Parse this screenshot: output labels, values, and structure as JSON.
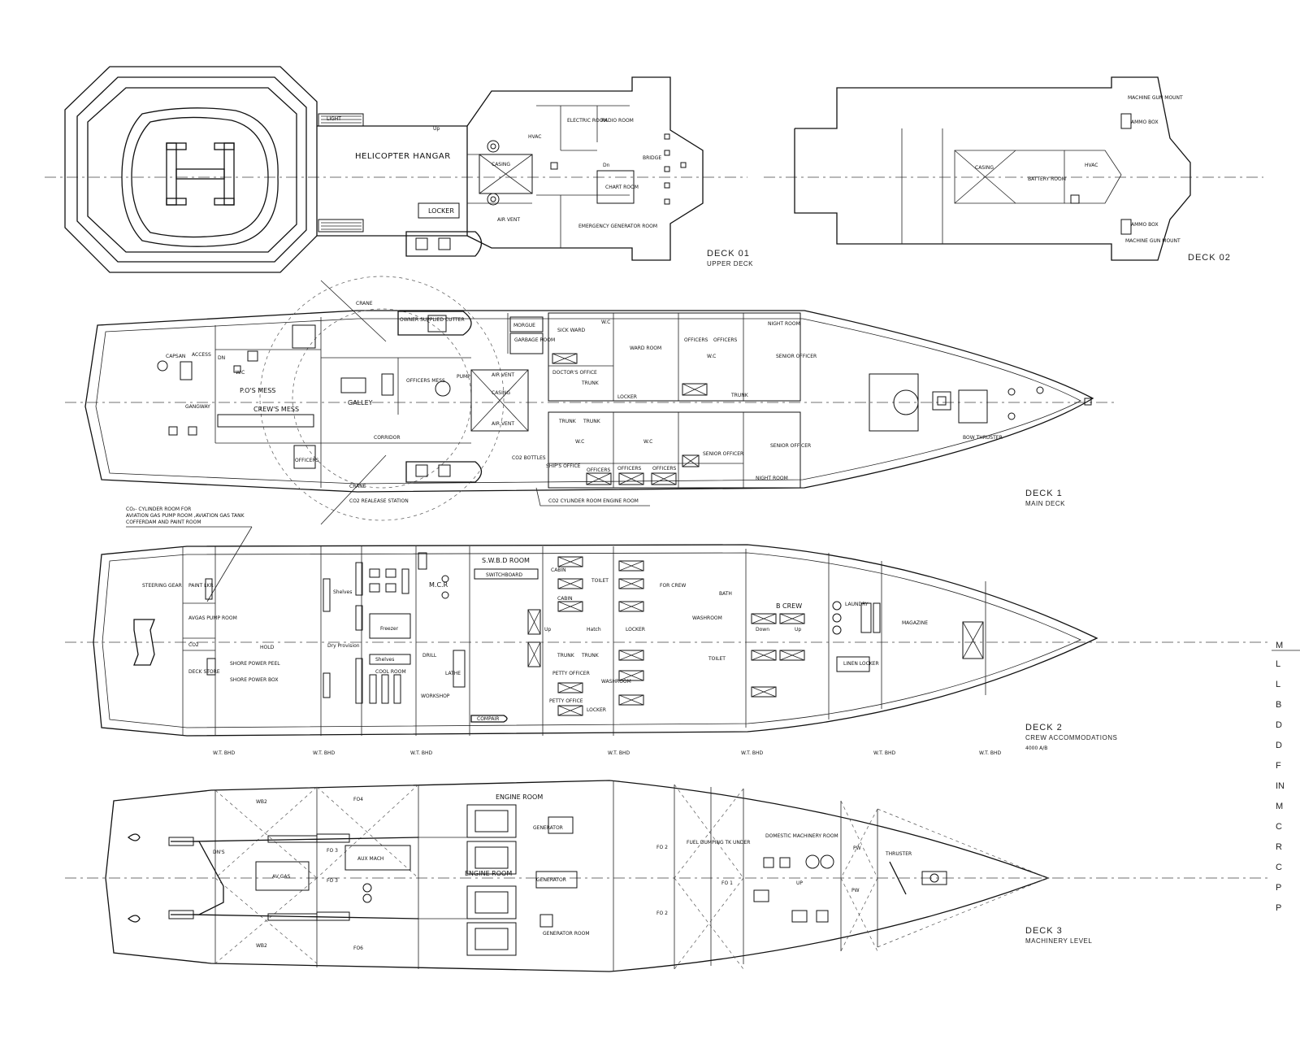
{
  "titles": {
    "deck01": "DECK      01",
    "deck01_sub": "UPPER DECK",
    "deck02": "DECK      02",
    "deck1": "DECK      1",
    "deck1_sub": "MAIN DECK",
    "deck2": "DECK      2",
    "deck2_sub": "CREW ACCOMMODATIONS",
    "deck2_note": "4000 A/B",
    "deck3": "DECK      3",
    "deck3_sub": "MACHINERY LEVEL"
  },
  "deck01_labels": {
    "hangar": "HELICOPTER HANGAR",
    "locker": "LOCKER",
    "light": "LIGHT",
    "up": "Up",
    "casing": "CASING",
    "hvac": "HVAC",
    "electric": "ELECTRIC ROOM",
    "radio": "RADIO ROOM",
    "bridge": "BRIDGE",
    "chart": "CHART ROOM",
    "emergency": "EMERGENCY GENERATOR ROOM",
    "air_vent": "AIR VENT",
    "dn": "Dn"
  },
  "deck02_labels": {
    "casing": "CASING",
    "battery": "BATTERY ROOM",
    "hvac": "HVAC",
    "mg_top": "MACHINE GUN MOUNT",
    "ammo_top": "AMMO BOX",
    "ammo_bot": "AMMO BOX",
    "mg_bot": "MACHINE GUN MOUNT"
  },
  "deck1_labels": {
    "capstan": "CAPSAN",
    "access": "ACCESS",
    "dn": "DN",
    "wc": "W.C",
    "gangway": "GANGWAY",
    "po_mess": "P.O'S MESS",
    "crews_mess": "CREW'S MESS",
    "galley": "GALLEY",
    "officers_mess": "OFFICERS MESS",
    "owner_cutter": "OWNER SUPPLIED CUTTER",
    "corridor": "CORRIDOR",
    "officers_left": "OFFICERS",
    "crane_top": "CRANE",
    "crane_bot": "CRANE",
    "air_vent_top": "AIR VENT",
    "casing": "CASING",
    "air_vent_bot": "AIR VENT",
    "pump": "PUMP",
    "morgue": "MORGUE",
    "garbage": "GARBAGE ROOM",
    "sick_ward": "SICK WARD",
    "doctors_office": "DOCTOR'S OFFICE",
    "trunk": "TRUNK",
    "ward_room": "WARD ROOM",
    "officers": "OFFICERS",
    "senior_officer": "SENIOR OFFICER",
    "night_room": "NIGHT ROOM",
    "locker": "LOCKER",
    "co2_bottles": "CO2 BOTTLES",
    "ships_office": "SHIP'S OFFICE",
    "co2_release": "CO2 REALEASE STATION",
    "co2_cyl_engine": "CO2 CYLINDER ROOM ENGINE ROOM",
    "bow_thruster": "BOW THRUSTER",
    "co2_note_1": "CO₂- CYLINDER ROOM FOR",
    "co2_note_2": "AVIATION GAS PUMP ROOM ,AVIATION GAS TANK",
    "co2_note_3": "COFFERDAM AND PAINT ROOM"
  },
  "deck2_labels": {
    "steering": "STEERING GEAR",
    "paint": "PAINT LKR",
    "avgas": "AVGAS PUMP ROOM",
    "co2": "CO2",
    "deck_store": "DECK STORE",
    "shore_power": "SHORE POWER PEEL",
    "shore_box": "SHORE POWER BOX",
    "hold": "HOLD",
    "dry_provision": "Dry Provision",
    "shelves": "Shelves",
    "freezer": "Freezer",
    "cool_room": "COOL ROOM",
    "mcr": "M.C.R",
    "drill": "DRILL",
    "lathe": "LATHE",
    "workshop": "WORKSHOP",
    "swbd": "S.W.B.D ROOM",
    "switchboard": "SWITCHBOARD",
    "compair": "COMPAIR",
    "cabin": "CABIN",
    "toilet": "TOILET",
    "for_crew": "FOR CREW",
    "bath": "BATH",
    "washroom": "WASHROOM",
    "b_crew": "B CREW",
    "laundry": "LAUNDRY",
    "magazine": "MAGAZINE",
    "linen": "LINEN LOCKER",
    "trunk": "TRUNK",
    "petty_officer": "PETTY OFFICER",
    "petty_office": "PETTY OFFICE",
    "locker": "LOCKER",
    "up": "Up",
    "down": "Down",
    "hatch": "Hatch",
    "wt_bhd": "W.T. BHD"
  },
  "deck3_labels": {
    "wb2_top": "WB2",
    "wb2_bot": "WB2",
    "fo4": "FO4",
    "fo6": "FO6",
    "dns": "DN'S",
    "av_gas": "AV GAS",
    "fo3_a": "FO 3",
    "fo3_b": "FO 3",
    "aux_mach": "AUX MACH",
    "engine_room_top": "ENGINE ROOM",
    "engine_room_mid": "ENGINE ROOM",
    "generator_1": "GENERATOR",
    "generator_2": "GENERATOR",
    "generator_room": "GENERATOR ROOM",
    "fo2_a": "FO 2",
    "fo2_b": "FO 2",
    "fuel_dumping": "FUEL DUMPING TK UNDER",
    "fo1": "FO 1",
    "domestic": "DOMESTIC MACHINERY ROOM",
    "up": "UP",
    "pw_a": "PW",
    "pw_b": "PW",
    "thruster": "THRUSTER"
  },
  "side_letters": [
    "M",
    "L",
    "L",
    "B",
    "D",
    "D",
    "F",
    "IN",
    "M",
    "C",
    "R",
    "C",
    "P",
    "P"
  ]
}
